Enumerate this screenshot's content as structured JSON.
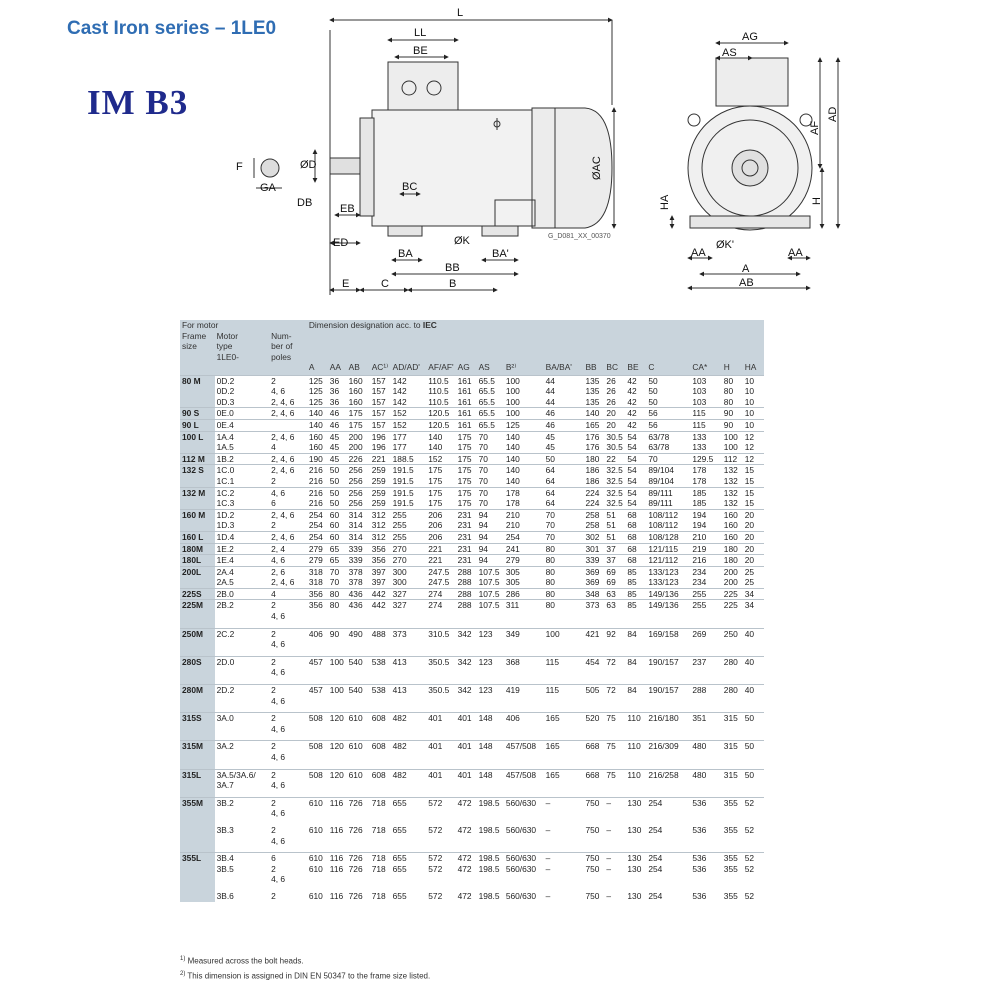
{
  "header": {
    "series": "Cast Iron series – 1LE0",
    "mounting": "IM  B3"
  },
  "diagram": {
    "side_labels": [
      "L",
      "LL",
      "BE",
      "F",
      "GA",
      "ØD",
      "DB",
      "EB",
      "BC",
      "ED",
      "ØK",
      "BA",
      "BA'",
      "BB",
      "E",
      "C",
      "B",
      "ØAC"
    ],
    "end_labels": [
      "AG",
      "AS",
      "AF",
      "AD",
      "HA",
      "H",
      "ØK'",
      "AA",
      "A",
      "AB",
      "AA"
    ],
    "ref_code": "G_D081_XX_00370"
  },
  "table": {
    "group_header": {
      "for_motor": "For motor",
      "dimension": "Dimension designation acc. to",
      "iec": "IEC"
    },
    "col_frame": "Frame\nsize",
    "col_type": "Motor\ntype\n1LE0-",
    "col_poles": "Num-\nber of\npoles",
    "columns": [
      "A",
      "AA",
      "AB",
      "AC¹⁾",
      "AD/AD'",
      "AF/AF'",
      "AG",
      "AS",
      "B²⁾",
      "BA/BA'",
      "BB",
      "BC",
      "BE",
      "C",
      "CA*",
      "H",
      "HA"
    ],
    "rows": [
      {
        "frame": "80 M",
        "type": "0D.2",
        "poles": "2",
        "v": [
          "125",
          "36",
          "160",
          "157",
          "142",
          "110.5",
          "161",
          "65.5",
          "100",
          "44",
          "135",
          "26",
          "42",
          "50",
          "103",
          "80",
          "10"
        ]
      },
      {
        "frame": "",
        "type": "0D.2",
        "poles": "4, 6",
        "v": [
          "125",
          "36",
          "160",
          "157",
          "142",
          "110.5",
          "161",
          "65.5",
          "100",
          "44",
          "135",
          "26",
          "42",
          "50",
          "103",
          "80",
          "10"
        ]
      },
      {
        "frame": "",
        "type": "0D.3",
        "poles": "2, 4, 6",
        "v": [
          "125",
          "36",
          "160",
          "157",
          "142",
          "110.5",
          "161",
          "65.5",
          "100",
          "44",
          "135",
          "26",
          "42",
          "50",
          "103",
          "80",
          "10"
        ]
      },
      {
        "frame": "90 S",
        "type": "0E.0",
        "poles": "2, 4, 6",
        "v": [
          "140",
          "46",
          "175",
          "157",
          "152",
          "120.5",
          "161",
          "65.5",
          "100",
          "46",
          "140",
          "20",
          "42",
          "56",
          "115",
          "90",
          "10"
        ]
      },
      {
        "frame": "90 L",
        "type": "0E.4",
        "poles": "",
        "v": [
          "140",
          "46",
          "175",
          "157",
          "152",
          "120.5",
          "161",
          "65.5",
          "125",
          "46",
          "165",
          "20",
          "42",
          "56",
          "115",
          "90",
          "10"
        ]
      },
      {
        "frame": "100 L",
        "type": "1A.4",
        "poles": "2, 4, 6",
        "v": [
          "160",
          "45",
          "200",
          "196",
          "177",
          "140",
          "175",
          "70",
          "140",
          "45",
          "176",
          "30.5",
          "54",
          "63/78",
          "133",
          "100",
          "12"
        ]
      },
      {
        "frame": "",
        "type": "1A.5",
        "poles": "4",
        "v": [
          "160",
          "45",
          "200",
          "196",
          "177",
          "140",
          "175",
          "70",
          "140",
          "45",
          "176",
          "30.5",
          "54",
          "63/78",
          "133",
          "100",
          "12"
        ]
      },
      {
        "frame": "112 M",
        "type": "1B.2",
        "poles": "2, 4, 6",
        "v": [
          "190",
          "45",
          "226",
          "221",
          "188.5",
          "152",
          "175",
          "70",
          "140",
          "50",
          "180",
          "22",
          "54",
          "70",
          "129.5",
          "112",
          "12"
        ]
      },
      {
        "frame": "132 S",
        "type": "1C.0",
        "poles": "2, 4, 6",
        "v": [
          "216",
          "50",
          "256",
          "259",
          "191.5",
          "175",
          "175",
          "70",
          "140",
          "64",
          "186",
          "32.5",
          "54",
          "89/104",
          "178",
          "132",
          "15"
        ]
      },
      {
        "frame": "",
        "type": "1C.1",
        "poles": "2",
        "v": [
          "216",
          "50",
          "256",
          "259",
          "191.5",
          "175",
          "175",
          "70",
          "140",
          "64",
          "186",
          "32.5",
          "54",
          "89/104",
          "178",
          "132",
          "15"
        ]
      },
      {
        "frame": "132 M",
        "type": "1C.2",
        "poles": "4, 6",
        "v": [
          "216",
          "50",
          "256",
          "259",
          "191.5",
          "175",
          "175",
          "70",
          "178",
          "64",
          "224",
          "32.5",
          "54",
          "89/111",
          "185",
          "132",
          "15"
        ]
      },
      {
        "frame": "",
        "type": "1C.3",
        "poles": "6",
        "v": [
          "216",
          "50",
          "256",
          "259",
          "191.5",
          "175",
          "175",
          "70",
          "178",
          "64",
          "224",
          "32.5",
          "54",
          "89/111",
          "185",
          "132",
          "15"
        ]
      },
      {
        "frame": "160 M",
        "type": "1D.2",
        "poles": "2, 4, 6",
        "v": [
          "254",
          "60",
          "314",
          "312",
          "255",
          "206",
          "231",
          "94",
          "210",
          "70",
          "258",
          "51",
          "68",
          "108/112",
          "194",
          "160",
          "20"
        ]
      },
      {
        "frame": "",
        "type": "1D.3",
        "poles": "2",
        "v": [
          "254",
          "60",
          "314",
          "312",
          "255",
          "206",
          "231",
          "94",
          "210",
          "70",
          "258",
          "51",
          "68",
          "108/112",
          "194",
          "160",
          "20"
        ]
      },
      {
        "frame": "160 L",
        "type": "1D.4",
        "poles": "2, 4, 6",
        "v": [
          "254",
          "60",
          "314",
          "312",
          "255",
          "206",
          "231",
          "94",
          "254",
          "70",
          "302",
          "51",
          "68",
          "108/128",
          "210",
          "160",
          "20"
        ]
      },
      {
        "frame": "180M",
        "type": "1E.2",
        "poles": "2, 4",
        "v": [
          "279",
          "65",
          "339",
          "356",
          "270",
          "221",
          "231",
          "94",
          "241",
          "80",
          "301",
          "37",
          "68",
          "121/115",
          "219",
          "180",
          "20"
        ]
      },
      {
        "frame": "180L",
        "type": "1E.4",
        "poles": "4, 6",
        "v": [
          "279",
          "65",
          "339",
          "356",
          "270",
          "221",
          "231",
          "94",
          "279",
          "80",
          "339",
          "37",
          "68",
          "121/112",
          "216",
          "180",
          "20"
        ]
      },
      {
        "frame": "200L",
        "type": "2A.4",
        "poles": "2, 6",
        "v": [
          "318",
          "70",
          "378",
          "397",
          "300",
          "247.5",
          "288",
          "107.5",
          "305",
          "80",
          "369",
          "69",
          "85",
          "133/123",
          "234",
          "200",
          "25"
        ]
      },
      {
        "frame": "",
        "type": "2A.5",
        "poles": "2, 4, 6",
        "v": [
          "318",
          "70",
          "378",
          "397",
          "300",
          "247.5",
          "288",
          "107.5",
          "305",
          "80",
          "369",
          "69",
          "85",
          "133/123",
          "234",
          "200",
          "25"
        ]
      },
      {
        "frame": "225S",
        "type": "2B.0",
        "poles": "4",
        "v": [
          "356",
          "80",
          "436",
          "442",
          "327",
          "274",
          "288",
          "107.5",
          "286",
          "80",
          "348",
          "63",
          "85",
          "149/136",
          "255",
          "225",
          "34"
        ]
      },
      {
        "frame": "225M",
        "type": "2B.2",
        "poles": "2\n4, 6",
        "v": [
          "356",
          "80",
          "436",
          "442",
          "327",
          "274",
          "288",
          "107.5",
          "311",
          "80",
          "373",
          "63",
          "85",
          "149/136",
          "255",
          "225",
          "34"
        ]
      },
      {
        "frame": "250M",
        "type": "2C.2",
        "poles": "2\n4, 6",
        "v": [
          "406",
          "90",
          "490",
          "488",
          "373",
          "310.5",
          "342",
          "123",
          "349",
          "100",
          "421",
          "92",
          "84",
          "169/158",
          "269",
          "250",
          "40"
        ]
      },
      {
        "frame": "280S",
        "type": "2D.0",
        "poles": "2\n4, 6",
        "v": [
          "457",
          "100",
          "540",
          "538",
          "413",
          "350.5",
          "342",
          "123",
          "368",
          "115",
          "454",
          "72",
          "84",
          "190/157",
          "237",
          "280",
          "40"
        ]
      },
      {
        "frame": "280M",
        "type": "2D.2",
        "poles": "2\n4, 6",
        "v": [
          "457",
          "100",
          "540",
          "538",
          "413",
          "350.5",
          "342",
          "123",
          "419",
          "115",
          "505",
          "72",
          "84",
          "190/157",
          "288",
          "280",
          "40"
        ]
      },
      {
        "frame": "315S",
        "type": "3A.0",
        "poles": "2\n4, 6",
        "v": [
          "508",
          "120",
          "610",
          "608",
          "482",
          "401",
          "401",
          "148",
          "406",
          "165",
          "520",
          "75",
          "110",
          "216/180",
          "351",
          "315",
          "50"
        ]
      },
      {
        "frame": "315M",
        "type": "3A.2",
        "poles": "2\n4, 6",
        "v": [
          "508",
          "120",
          "610",
          "608",
          "482",
          "401",
          "401",
          "148",
          "457/508",
          "165",
          "668",
          "75",
          "110",
          "216/309",
          "480",
          "315",
          "50"
        ]
      },
      {
        "frame": "315L",
        "type": "3A.5/3A.6/\n3A.7",
        "poles": "2\n4, 6",
        "v": [
          "508",
          "120",
          "610",
          "608",
          "482",
          "401",
          "401",
          "148",
          "457/508",
          "165",
          "668",
          "75",
          "110",
          "216/258",
          "480",
          "315",
          "50"
        ]
      },
      {
        "frame": "355M",
        "type": "3B.2",
        "poles": "2\n4, 6",
        "v": [
          "610",
          "116",
          "726",
          "718",
          "655",
          "572",
          "472",
          "198.5",
          "560/630",
          "–",
          "750",
          "–",
          "130",
          "254",
          "536",
          "355",
          "52"
        ]
      },
      {
        "frame": "",
        "type": "3B.3",
        "poles": "2\n4, 6",
        "v": [
          "610",
          "116",
          "726",
          "718",
          "655",
          "572",
          "472",
          "198.5",
          "560/630",
          "–",
          "750",
          "–",
          "130",
          "254",
          "536",
          "355",
          "52"
        ]
      },
      {
        "frame": "355L",
        "type": "3B.4",
        "poles": "6",
        "v": [
          "610",
          "116",
          "726",
          "718",
          "655",
          "572",
          "472",
          "198.5",
          "560/630",
          "–",
          "750",
          "–",
          "130",
          "254",
          "536",
          "355",
          "52"
        ]
      },
      {
        "frame": "",
        "type": "3B.5",
        "poles": "2\n4, 6",
        "v": [
          "610",
          "116",
          "726",
          "718",
          "655",
          "572",
          "472",
          "198.5",
          "560/630",
          "–",
          "750",
          "–",
          "130",
          "254",
          "536",
          "355",
          "52"
        ]
      },
      {
        "frame": "",
        "type": "3B.6",
        "poles": "2",
        "v": [
          "610",
          "116",
          "726",
          "718",
          "655",
          "572",
          "472",
          "198.5",
          "560/630",
          "–",
          "750",
          "–",
          "130",
          "254",
          "536",
          "355",
          "52"
        ]
      }
    ]
  },
  "footnotes": [
    {
      "mark": "1)",
      "text": "Measured across the bolt heads."
    },
    {
      "mark": "2)",
      "text": "This dimension is assigned in DIN EN 50347 to the frame size listed."
    }
  ]
}
